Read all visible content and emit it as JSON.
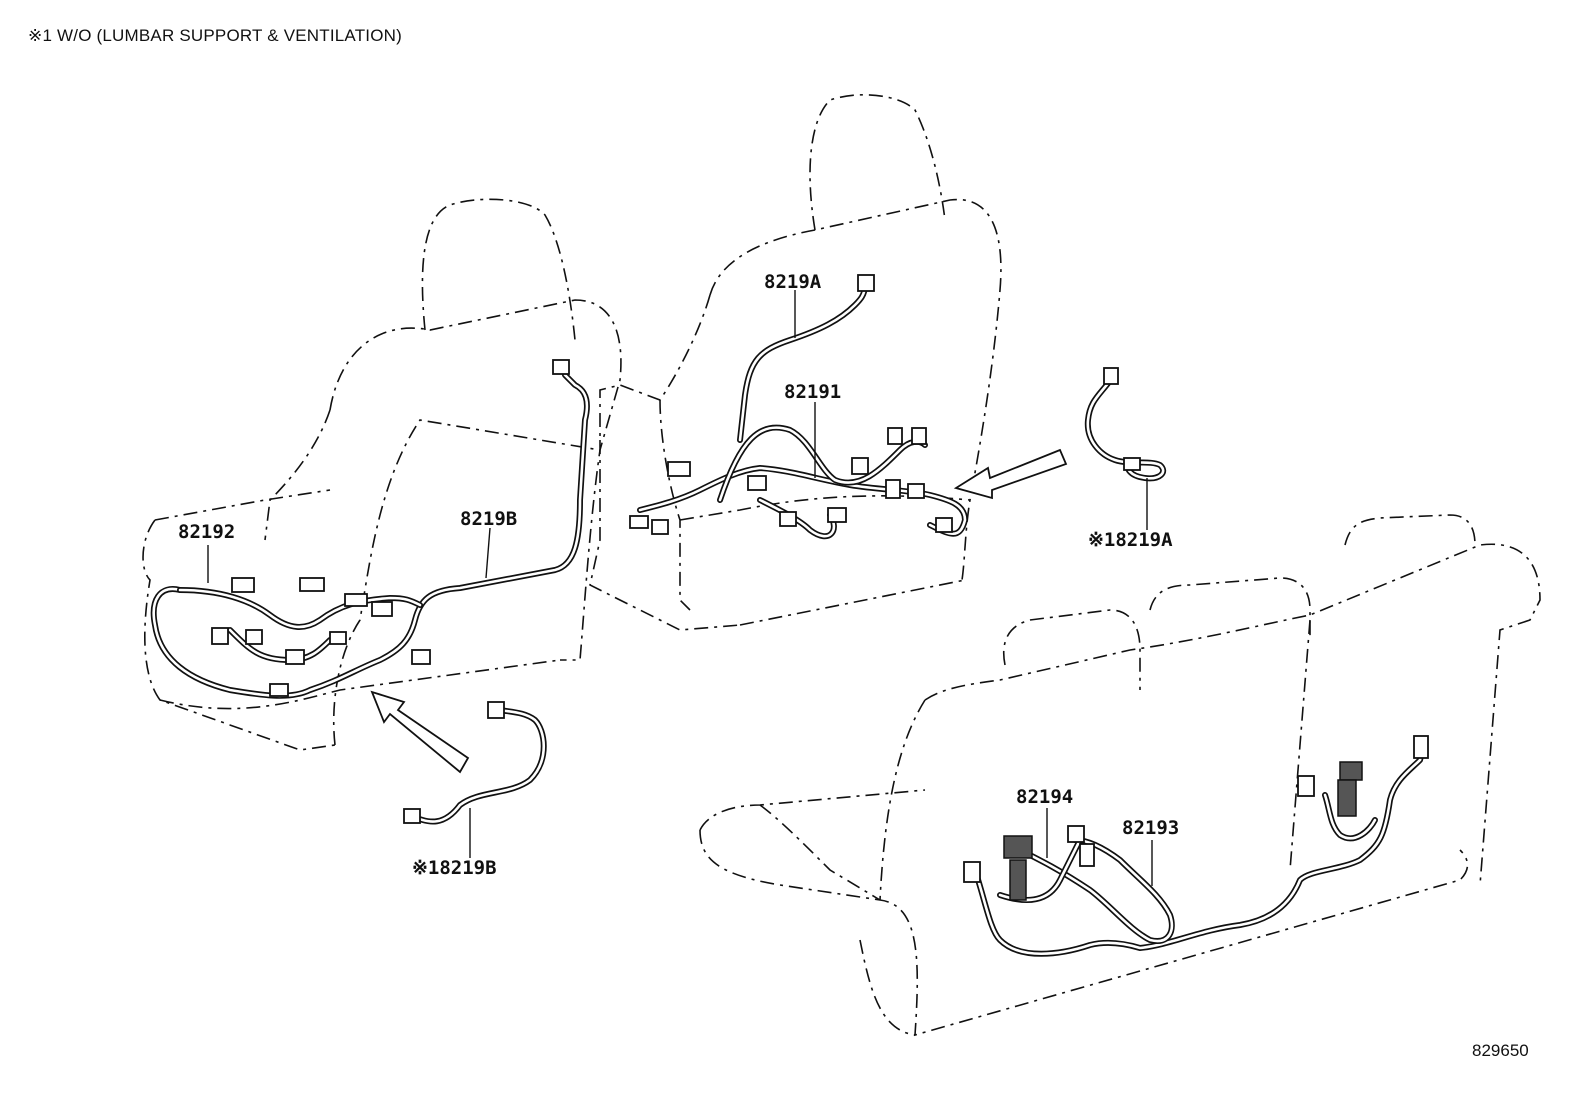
{
  "note": "※1 W/O (LUMBAR SUPPORT & VENTILATION)",
  "figure_number": "829650",
  "labels": {
    "p82192": "82192",
    "p8219B": "8219B",
    "p8219B_alt": "※18219B",
    "p8219A": "8219A",
    "p82191": "82191",
    "p8219A_alt": "※18219A",
    "p82194": "82194",
    "p82193": "82193"
  }
}
